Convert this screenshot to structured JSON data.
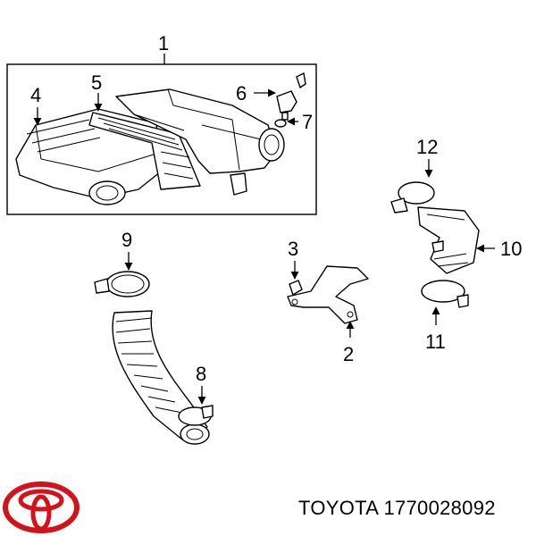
{
  "callouts": {
    "c1": "1",
    "c2": "2",
    "c3": "3",
    "c4": "4",
    "c5": "5",
    "c6": "6",
    "c7": "7",
    "c8": "8",
    "c9": "9",
    "c10": "10",
    "c11": "11",
    "c12": "12"
  },
  "footer": {
    "brand": "TOYOTA",
    "part_number": "1770028092"
  },
  "colors": {
    "logo_red": "#d3121b",
    "line": "#000000",
    "background": "#ffffff"
  },
  "logo": {
    "icon": "toyota-emblem-icon"
  }
}
